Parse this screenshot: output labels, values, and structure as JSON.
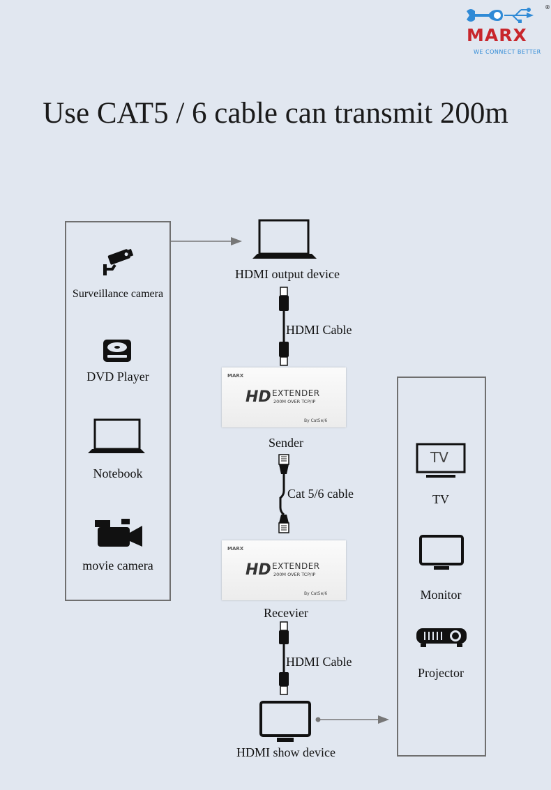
{
  "brand": {
    "name": "MARX",
    "tagline": "WE CONNECT BETTER",
    "registered": "®",
    "accent": "#c8262c",
    "secondary": "#2f8ad6"
  },
  "title": "Use CAT5 / 6 cable can transmit 200m",
  "sources": [
    {
      "label": "Surveillance camera",
      "icon": "cctv-camera-icon"
    },
    {
      "label": "DVD Player",
      "icon": "dvd-player-icon"
    },
    {
      "label": "Notebook",
      "icon": "laptop-icon"
    },
    {
      "label": "movie camera",
      "icon": "video-camera-icon"
    }
  ],
  "chain": {
    "output_device": "HDMI  output device",
    "cable1": "HDMI Cable",
    "sender": "Sender",
    "cable2": "Cat 5/6 cable",
    "receiver": "Recevier",
    "cable3": "HDMI Cable",
    "show_device": "HDMI show device"
  },
  "extender_box": {
    "brand": "MARX",
    "hd": "HD",
    "extender": "EXTENDER",
    "sub": "200M OVER TCP/IP",
    "by": "By Cat5e/6"
  },
  "displays": [
    {
      "label": "TV",
      "icon": "tv-icon",
      "screen_text": "TV"
    },
    {
      "label": "Monitor",
      "icon": "monitor-icon"
    },
    {
      "label": "Projector",
      "icon": "projector-icon"
    }
  ]
}
